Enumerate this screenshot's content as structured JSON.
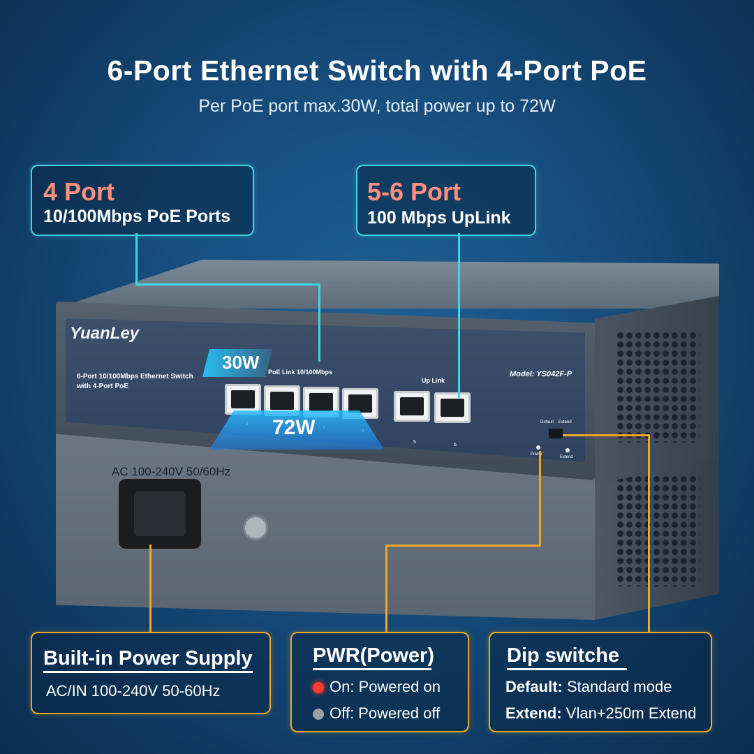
{
  "header": {
    "title": "6-Port Ethernet Switch with 4-Port PoE",
    "subtitle": "Per PoE port max.30W, total power up to 72W"
  },
  "callout_poe": {
    "head": "4 Port",
    "sub": "10/100Mbps PoE Ports"
  },
  "callout_uplink": {
    "head": "5-6 Port",
    "sub": "100 Mbps UpLink"
  },
  "device": {
    "brand": "YuanLey",
    "desc_line1": "6-Port 10/100Mbps Ethernet Switch",
    "desc_line2": "with 4-Port PoE",
    "poe_group_label": "PoE  Link 10/100Mbps",
    "uplink_group_label": "Up  Link",
    "model": "Model: YS042F-P",
    "port_numbers": [
      "1",
      "2",
      "3",
      "4",
      "5",
      "6"
    ],
    "per_port_power": "30W",
    "total_power": "72W",
    "dip_default": "Default",
    "dip_extend": "Extend",
    "led_power": "Power",
    "led_extend": "Extend",
    "ac_label": "AC 100-240V 50/60Hz"
  },
  "box_power_supply": {
    "title": "Built-in Power Supply",
    "line1": "AC/IN 100-240V 50-60Hz"
  },
  "box_pwr": {
    "title": "PWR(Power)",
    "on": "On: Powered on",
    "off": "Off: Powered off"
  },
  "box_dip": {
    "title": "Dip switche",
    "default_label": "Default:",
    "default_text": " Standard mode",
    "extend_label": "Extend:",
    "extend_text": " Vlan+250m Extend"
  },
  "colors": {
    "cyan": "#3ed6e6",
    "orange": "#f2a623",
    "led_on": "#ff3b2f",
    "led_off": "#9aa1a8",
    "callout_head": "#ff8f7a"
  }
}
